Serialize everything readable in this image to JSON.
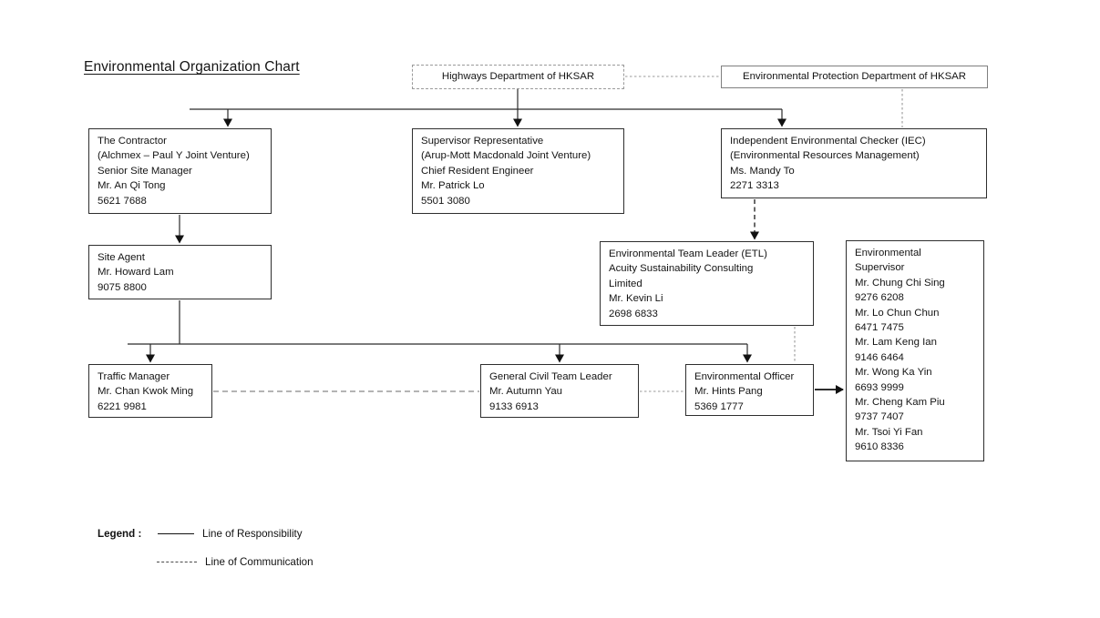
{
  "title": "Environmental Organization Chart",
  "boxes": {
    "highways": {
      "lines": [
        "Highways Department of HKSAR"
      ]
    },
    "epd": {
      "lines": [
        "Environmental Protection Department of HKSAR"
      ]
    },
    "contractor": {
      "lines": [
        "The Contractor",
        "(Alchmex – Paul Y Joint Venture)",
        "Senior Site Manager",
        "Mr. An Qi Tong",
        "5621 7688"
      ]
    },
    "supervisor_rep": {
      "lines": [
        "Supervisor Representative",
        "(Arup-Mott Macdonald Joint Venture)",
        "Chief Resident Engineer",
        "Mr. Patrick Lo",
        "5501 3080"
      ]
    },
    "iec": {
      "lines": [
        "Independent Environmental Checker (IEC)",
        "(Environmental Resources Management)",
        "Ms. Mandy To",
        "2271 3313"
      ]
    },
    "site_agent": {
      "lines": [
        "Site Agent",
        "Mr. Howard Lam",
        "9075 8800"
      ]
    },
    "etl": {
      "lines": [
        "Environmental Team Leader (ETL)",
        "Acuity Sustainability Consulting",
        "Limited",
        "Mr. Kevin Li",
        "2698 6833"
      ]
    },
    "env_supervisor": {
      "lines": [
        "Environmental",
        "Supervisor",
        "Mr. Chung Chi Sing",
        "9276 6208",
        "Mr. Lo Chun Chun",
        "6471 7475",
        "Mr. Lam Keng Ian",
        "9146 6464",
        "Mr. Wong Ka Yin",
        "6693 9999",
        "Mr. Cheng Kam Piu",
        "9737 7407",
        "Mr. Tsoi Yi Fan",
        "9610 8336"
      ]
    },
    "traffic_manager": {
      "lines": [
        "Traffic Manager",
        "Mr. Chan Kwok Ming",
        "6221 9981"
      ]
    },
    "general_civil": {
      "lines": [
        "General Civil Team Leader",
        "Mr. Autumn Yau",
        "9133 6913"
      ]
    },
    "env_officer": {
      "lines": [
        "Environmental Officer",
        "Mr. Hints Pang",
        "5369 1777"
      ]
    }
  },
  "legend": {
    "label": "Legend :",
    "responsibility": "Line of Responsibility",
    "communication": "Line of Communication"
  },
  "colors": {
    "responsibility_line": "#2a2a2a",
    "communication_line": "#999999"
  }
}
